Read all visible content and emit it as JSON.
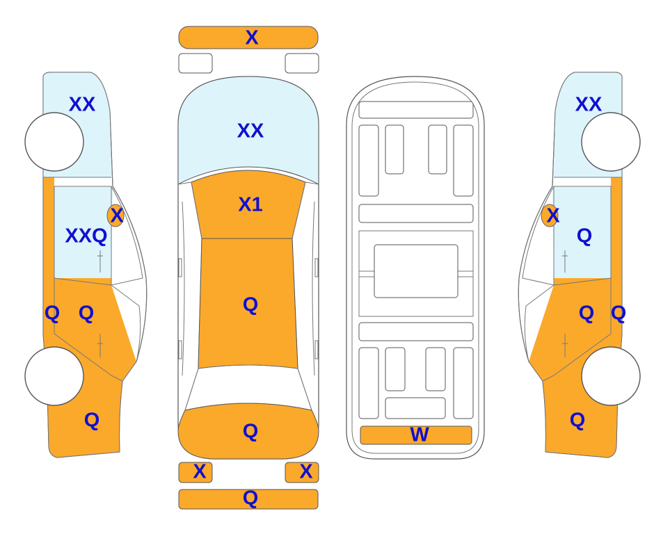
{
  "colors": {
    "damage": "#FBA92B",
    "glass": "#DDF4FB",
    "body": "#FFFFFF",
    "outline": "#555555",
    "label": "#1010D0"
  },
  "labels": {
    "front_bumper_top": "X",
    "hood_glass": "XX",
    "hood": "X1",
    "roof": "Q",
    "trunk": "Q",
    "rear_light_left": "X",
    "rear_light_right": "X",
    "rear_bumper": "Q",
    "underbody_rear": "W",
    "left_front_glass": "XX",
    "left_mirror": "X",
    "left_front_door": "XXQ",
    "left_sill": "Q",
    "left_rear_door": "Q",
    "left_rear_quarter": "Q",
    "right_front_glass": "XX",
    "right_mirror": "X",
    "right_front_door": "Q",
    "right_rear_door": "Q",
    "right_sill": "Q",
    "right_rear_quarter": "Q"
  }
}
